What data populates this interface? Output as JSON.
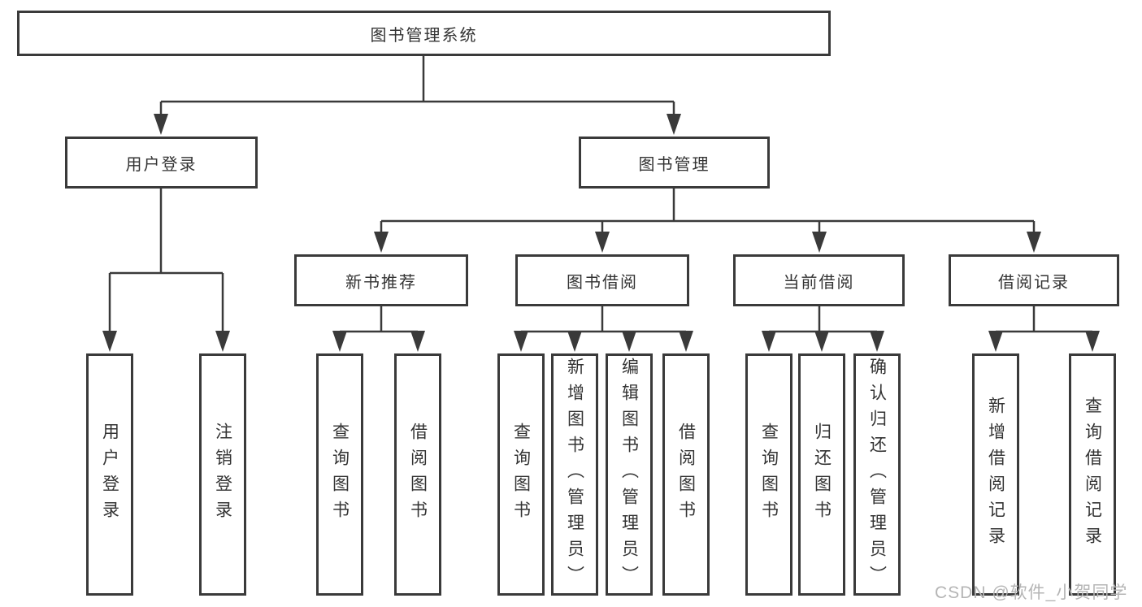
{
  "colors": {
    "line": "#3a3a3a",
    "box_border": "#3a3a3a",
    "text": "#333333",
    "background": "#ffffff",
    "watermark": "#b5b5b5"
  },
  "watermark": {
    "text": "CSDN @软件_小贺同学"
  },
  "diagram": {
    "root": {
      "label": "图书管理系统"
    },
    "level2": [
      {
        "label": "用户登录"
      },
      {
        "label": "图书管理"
      }
    ],
    "level3": [
      {
        "label": "新书推荐"
      },
      {
        "label": "图书借阅"
      },
      {
        "label": "当前借阅"
      },
      {
        "label": "借阅记录"
      }
    ],
    "level4": {
      "user_login_children": [
        "用户登录",
        "注销登录"
      ],
      "new_book_children": [
        "查询图书",
        "借阅图书"
      ],
      "borrow_children": [
        "查询图书",
        "新增图书（管理员）",
        "编辑图书（管理员）",
        "借阅图书"
      ],
      "current_children": [
        "查询图书",
        "归还图书",
        "确认归还（管理员）"
      ],
      "records_children": [
        "新增借阅记录",
        "查询借阅记录"
      ]
    }
  }
}
